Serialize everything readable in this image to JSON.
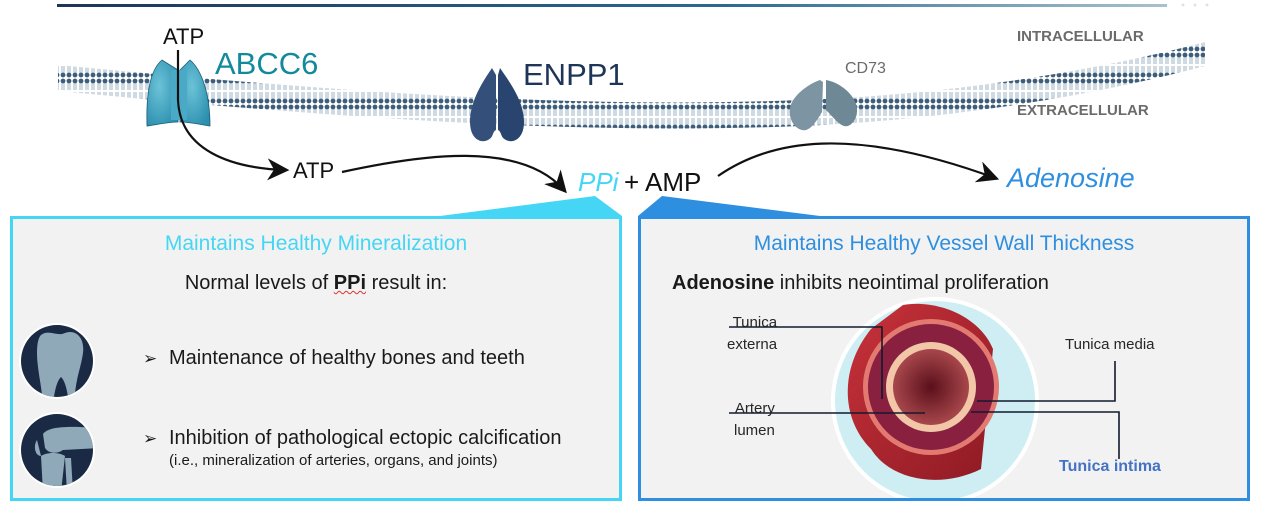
{
  "diagram": {
    "membrane_labels": {
      "intracellular": "INTRACELLULAR",
      "extracellular": "EXTRACELLULAR"
    },
    "proteins": [
      {
        "name": "ABCC6",
        "color": "#138a9c"
      },
      {
        "name": "ENPP1",
        "color": "#1f3558"
      },
      {
        "name": "CD73",
        "color": "#6b6b6b"
      }
    ],
    "molecules": {
      "atp_inside": "ATP",
      "atp_outside": "ATP",
      "ppi": "PPi",
      "plus_amp": "+ AMP",
      "adenosine": "Adenosine"
    },
    "colors": {
      "ppi": "#45d6f5",
      "adenosine": "#2e8fe0",
      "left_panel_border": "#45d6f5",
      "right_panel_border": "#2e8fe0",
      "panel_bg": "#f2f2f2",
      "icon_dark": "#1b2a44",
      "icon_light": "#8fa9b8",
      "membrane": "#3d5d7a"
    }
  },
  "left_panel": {
    "title": "Maintains Healthy Mineralization",
    "intro_prefix": "Normal levels of ",
    "intro_bold": "PPi",
    "intro_suffix": " result in:",
    "items": [
      {
        "icon": "tooth-icon",
        "text": "Maintenance of healthy bones and teeth",
        "subtext": ""
      },
      {
        "icon": "knee-joint-icon",
        "text": "Inhibition of pathological ectopic calcification",
        "subtext": "(i.e., mineralization of arteries, organs, and joints)"
      }
    ],
    "bullet_glyph": "➢"
  },
  "right_panel": {
    "title": "Maintains Healthy Vessel Wall Thickness",
    "intro_bold": "Adenosine",
    "intro_rest": " inhibits neointimal proliferation",
    "vessel_labels": {
      "tunica_externa_1": "Tunica",
      "tunica_externa_2": "externa",
      "artery_lumen_1": "Artery",
      "artery_lumen_2": "lumen",
      "tunica_media": "Tunica media",
      "tunica_intima": "Tunica intima"
    }
  }
}
